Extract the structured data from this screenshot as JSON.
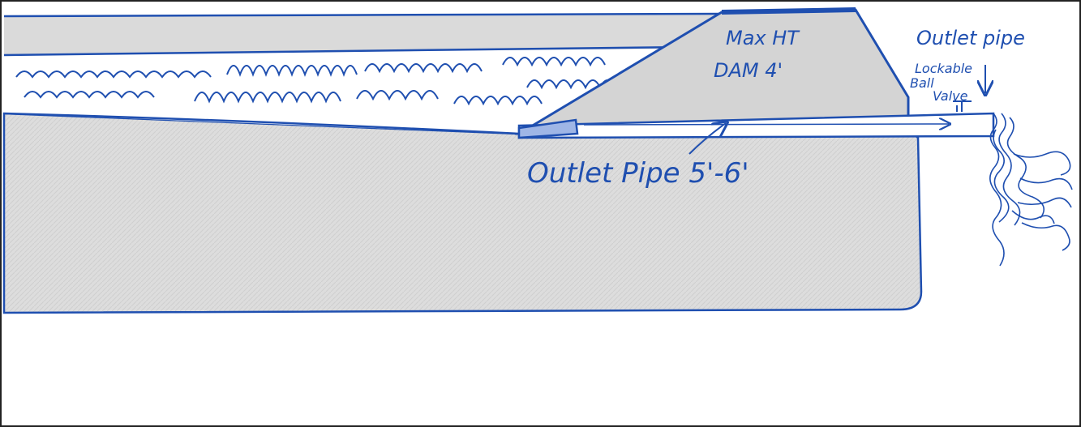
{
  "diagram": {
    "labels": {
      "dam_height": [
        "Max HT",
        "DAM 4'"
      ],
      "outlet_pipe_top": "Outlet pipe",
      "valve": [
        "Lockable",
        "Ball",
        "Valve"
      ],
      "outlet_pipe_length": "Outlet Pipe 5'-6'"
    },
    "colors": {
      "ink": "#1f4fb0",
      "ground": "#d9d9d9",
      "background": "#ffffff",
      "frame": "#222222"
    }
  }
}
